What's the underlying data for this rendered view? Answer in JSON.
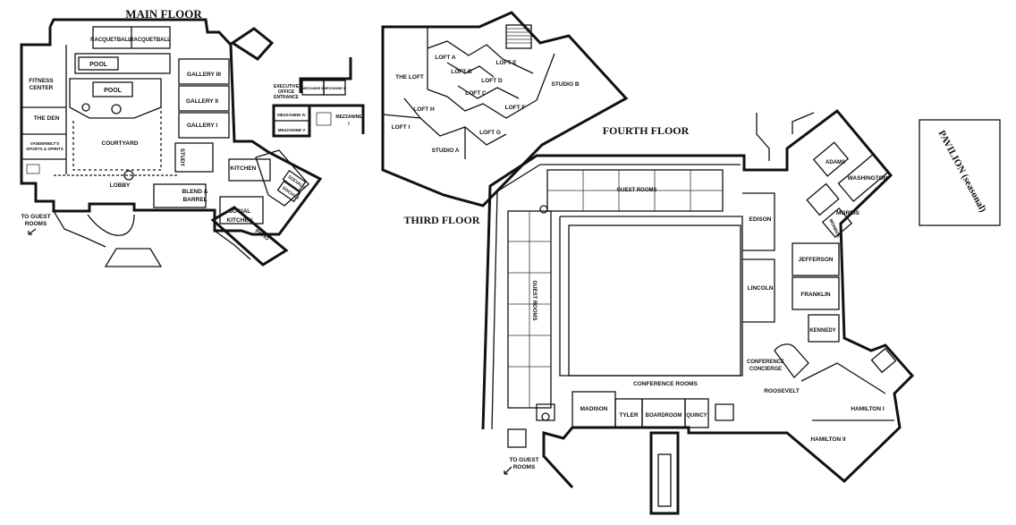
{
  "floors": {
    "main": "MAIN FLOOR",
    "third": "THIRD FLOOR",
    "fourth": "FOURTH FLOOR",
    "pavilion": "PAVILION (seasonal)"
  },
  "main_floor_rooms": {
    "racquetball_1": "RACQUETBALL",
    "racquetball_2": "RACQUETBALL",
    "pool_1": "POOL",
    "pool_2": "POOL",
    "fitness_center_1": "FITNESS",
    "fitness_center_2": "CENTER",
    "the_den": "THE DEN",
    "vanderbilt_1": "VANDERBILT'S",
    "vanderbilt_2": "SPORTS & SPIRITS",
    "courtyard": "COURTYARD",
    "gallery_3": "GALLERY III",
    "gallery_2": "GALLERY II",
    "gallery_1": "GALLERY I",
    "study": "STUDY",
    "kitchen": "KITCHEN",
    "lobby": "LOBBY",
    "blend_barrel_1": "BLEND &",
    "blend_barrel_2": "BARREL",
    "social_kitchen_1": "SOCIAL",
    "social_kitchen_2": "KITCHEN",
    "social_2": "SOCIAL II",
    "social_1": "SOCIAL I",
    "patio": "PATIO",
    "to_guest_rooms_1": "TO GUEST",
    "to_guest_rooms_2": "ROOMS"
  },
  "mezzanine": {
    "exec_1": "EXECUTIVE",
    "exec_2": "OFFICE",
    "exec_3": "ENTRANCE",
    "mezz_3": "MEZZANINE III",
    "mezz_2": "MEZZANINE II",
    "mezz_4": "MEZZANINE IV",
    "mezz_5": "MEZZANINE V",
    "mezz_1a": "MEZZANINE",
    "mezz_1b": "I"
  },
  "third_floor_rooms": {
    "the_loft": "THE LOFT",
    "loft_a": "LOFT A",
    "loft_b": "LOFT B",
    "loft_e": "LOFT E",
    "loft_d": "LOFT D",
    "loft_c": "LOFT C",
    "loft_h": "LOFT H",
    "loft_f": "LOFT F",
    "loft_i": "LOFT I",
    "loft_g": "LOFT G",
    "studio_a": "STUDIO A",
    "studio_b": "STUDIO B"
  },
  "fourth_floor_rooms": {
    "guest_rooms_top": "GUEST ROOMS",
    "guest_rooms_left": "GUEST ROOMS",
    "edison": "EDISON",
    "lincoln": "LINCOLN",
    "adams": "ADAMS",
    "washington": "WASHINGTON",
    "morris": "MORRIS",
    "monroe": "MONROE",
    "jefferson": "JEFFERSON",
    "franklin": "FRANKLIN",
    "kennedy": "KENNEDY",
    "conf_concierge_1": "CONFERENCE",
    "conf_concierge_2": "CONCIERGE",
    "roosevelt": "ROOSEVELT",
    "conference_rooms": "CONFERENCE ROOMS",
    "madison": "MADISON",
    "tyler": "TYLER",
    "boardroom": "BOARDROOM",
    "quincy": "QUINCY",
    "hamilton_1": "HAMILTON I",
    "hamilton_2": "HAMILTON II",
    "to_guest_rooms_1": "TO GUEST",
    "to_guest_rooms_2": "ROOMS"
  }
}
